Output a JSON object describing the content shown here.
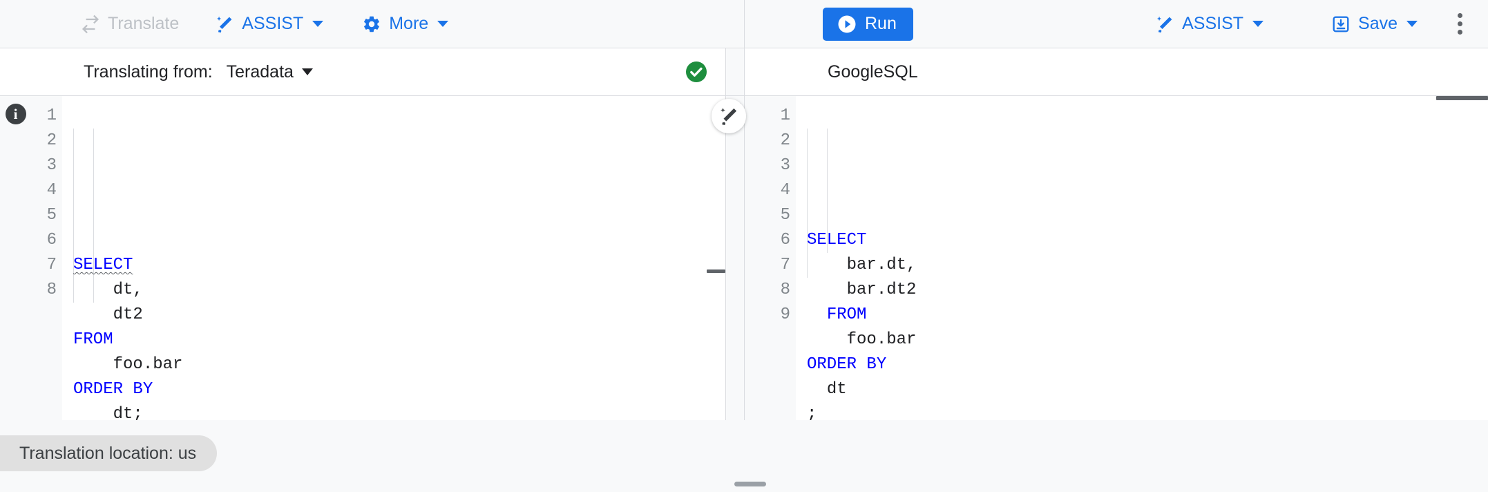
{
  "toolbar": {
    "left_buttons": [
      {
        "label": "Translate",
        "icon": "translate-swap-icon",
        "state": "disabled"
      },
      {
        "label": "ASSIST",
        "icon": "magic-wand-icon",
        "state": "enabled",
        "caret": true
      },
      {
        "label": "More",
        "icon": "gear-icon",
        "state": "enabled",
        "caret": true
      }
    ],
    "right_buttons": [
      {
        "label": "Run",
        "icon": "play-icon",
        "style": "primary"
      },
      {
        "label": "ASSIST",
        "icon": "magic-wand-icon",
        "caret": true
      },
      {
        "label": "Save",
        "icon": "save-download-icon",
        "caret": true
      }
    ],
    "overflow_icon": "kebab-menu-icon"
  },
  "subheader": {
    "source_label": "Translating from:",
    "source_dialect": "Teradata",
    "status_icon": "check-circle-icon",
    "status_color": "#1e8e3e",
    "target_dialect": "GoogleSQL"
  },
  "source_editor": {
    "info_icon": "info-circle-icon",
    "info_glyph": "i",
    "line_numbers": [
      "1",
      "2",
      "3",
      "4",
      "5",
      "6",
      "7",
      "8"
    ],
    "lines": [
      {
        "indent": 0,
        "tokens": [
          {
            "t": "SELECT",
            "k": true,
            "squiggly": true
          }
        ]
      },
      {
        "indent": 2,
        "tokens": [
          {
            "t": "dt,",
            "k": false
          }
        ]
      },
      {
        "indent": 2,
        "tokens": [
          {
            "t": "dt2",
            "k": false
          }
        ]
      },
      {
        "indent": 0,
        "tokens": [
          {
            "t": "FROM",
            "k": true
          }
        ]
      },
      {
        "indent": 2,
        "tokens": [
          {
            "t": "foo.bar",
            "k": false
          }
        ]
      },
      {
        "indent": 0,
        "tokens": [
          {
            "t": "ORDER BY",
            "k": true
          }
        ]
      },
      {
        "indent": 2,
        "tokens": [
          {
            "t": "dt;",
            "k": false
          }
        ]
      },
      {
        "indent": 0,
        "tokens": []
      }
    ],
    "text": "SELECT\n    dt,\n    dt2\nFROM\n    foo.bar\nORDER BY\n    dt;\n"
  },
  "target_editor": {
    "magic_fab_icon": "magic-wand-icon",
    "line_numbers": [
      "1",
      "2",
      "3",
      "4",
      "5",
      "6",
      "7",
      "8",
      "9"
    ],
    "lines": [
      {
        "indent": 0,
        "tokens": [
          {
            "t": "SELECT",
            "k": true
          }
        ]
      },
      {
        "indent": 2,
        "tokens": [
          {
            "t": "bar.dt,",
            "k": false
          }
        ]
      },
      {
        "indent": 2,
        "tokens": [
          {
            "t": "bar.dt2",
            "k": false
          }
        ]
      },
      {
        "indent": 1,
        "tokens": [
          {
            "t": "FROM",
            "k": true
          }
        ]
      },
      {
        "indent": 2,
        "tokens": [
          {
            "t": "foo.bar",
            "k": false
          }
        ]
      },
      {
        "indent": 0,
        "tokens": [
          {
            "t": "ORDER BY",
            "k": true
          }
        ]
      },
      {
        "indent": 1,
        "tokens": [
          {
            "t": "dt",
            "k": false
          }
        ]
      },
      {
        "indent": 0,
        "tokens": [
          {
            "t": ";",
            "k": false
          }
        ]
      },
      {
        "indent": 0,
        "tokens": []
      }
    ],
    "text": "SELECT\n    bar.dt,\n    bar.dt2\n  FROM\n    foo.bar\nORDER BY\n  dt\n;\n"
  },
  "footer": {
    "location_chip": "Translation location: us"
  },
  "colors": {
    "accent": "#1a73e8",
    "success": "#1e8e3e",
    "keyword": "#0000ff",
    "toolbar_bg": "#f8f9fa",
    "border": "#dadce0",
    "muted_text": "#80868b",
    "disabled_text": "#bdc1c6"
  }
}
